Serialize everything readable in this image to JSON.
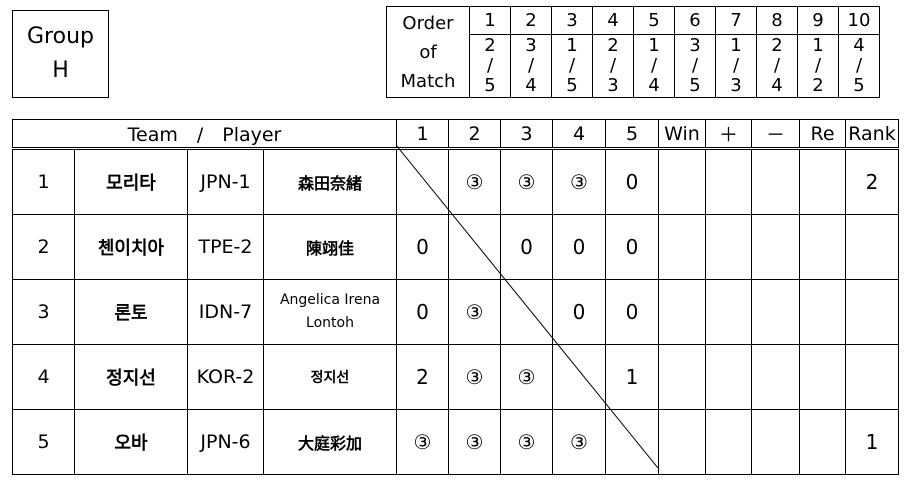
{
  "group": {
    "line1": "Group",
    "line2": "H"
  },
  "order": {
    "label_lines": [
      "Order",
      "of",
      "Match"
    ],
    "matches": [
      {
        "num": "1",
        "a": "2",
        "b": "5"
      },
      {
        "num": "2",
        "a": "3",
        "b": "4"
      },
      {
        "num": "3",
        "a": "1",
        "b": "5"
      },
      {
        "num": "4",
        "a": "2",
        "b": "3"
      },
      {
        "num": "5",
        "a": "1",
        "b": "4"
      },
      {
        "num": "6",
        "a": "3",
        "b": "5"
      },
      {
        "num": "7",
        "a": "1",
        "b": "3"
      },
      {
        "num": "8",
        "a": "2",
        "b": "4"
      },
      {
        "num": "9",
        "a": "1",
        "b": "2"
      },
      {
        "num": "10",
        "a": "4",
        "b": "5"
      }
    ],
    "separator": "/"
  },
  "table": {
    "header": {
      "team_player": "Team　/　Player",
      "cols": [
        "1",
        "2",
        "3",
        "4",
        "5"
      ],
      "win": "Win",
      "plus": "＋",
      "minus": "－",
      "re": "Re",
      "rank": "Rank"
    },
    "rows": [
      {
        "no": "1",
        "team": "모리타",
        "code": "JPN-1",
        "player": "森田奈緒",
        "results": [
          "",
          "③",
          "③",
          "③",
          "0"
        ],
        "win": "",
        "plus": "",
        "minus": "",
        "re": "",
        "rank": "2"
      },
      {
        "no": "2",
        "team": "첸이치아",
        "code": "TPE-2",
        "player": "陳翊佳",
        "results": [
          "0",
          "",
          "0",
          "0",
          "0"
        ],
        "win": "",
        "plus": "",
        "minus": "",
        "re": "",
        "rank": ""
      },
      {
        "no": "3",
        "team": "론토",
        "code": "IDN-7",
        "player_line1": "Angelica Irena",
        "player_line2": "Lontoh",
        "results": [
          "0",
          "③",
          "",
          "0",
          "0"
        ],
        "win": "",
        "plus": "",
        "minus": "",
        "re": "",
        "rank": ""
      },
      {
        "no": "4",
        "team": "정지선",
        "code": "KOR-2",
        "player": "정지선",
        "results": [
          "2",
          "③",
          "③",
          "",
          "1"
        ],
        "win": "",
        "plus": "",
        "minus": "",
        "re": "",
        "rank": ""
      },
      {
        "no": "5",
        "team": "오바",
        "code": "JPN-6",
        "player": "大庭彩加",
        "results": [
          "③",
          "③",
          "③",
          "③",
          ""
        ],
        "win": "",
        "plus": "",
        "minus": "",
        "re": "",
        "rank": "1"
      }
    ]
  }
}
